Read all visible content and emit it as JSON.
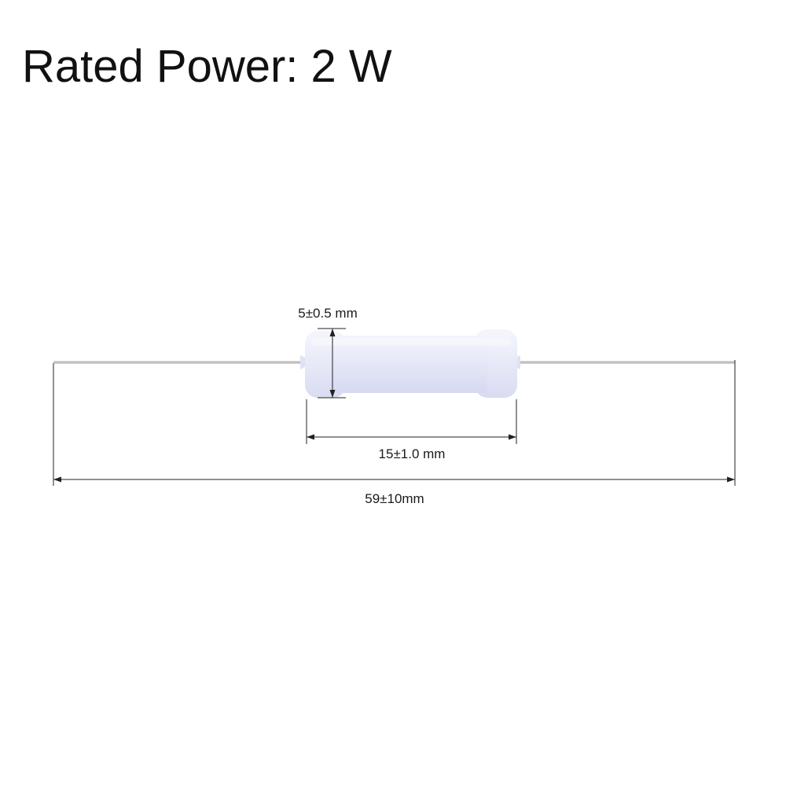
{
  "title": "Rated Power: 2 W",
  "dimensions": {
    "diameter": "5±0.5 mm",
    "body_length": "15±1.0 mm",
    "total_length": "59±10mm"
  },
  "colors": {
    "resistor_body": "#e6e8f8",
    "lead_wire": "#c8c8c8",
    "dimension_line": "#222222"
  }
}
